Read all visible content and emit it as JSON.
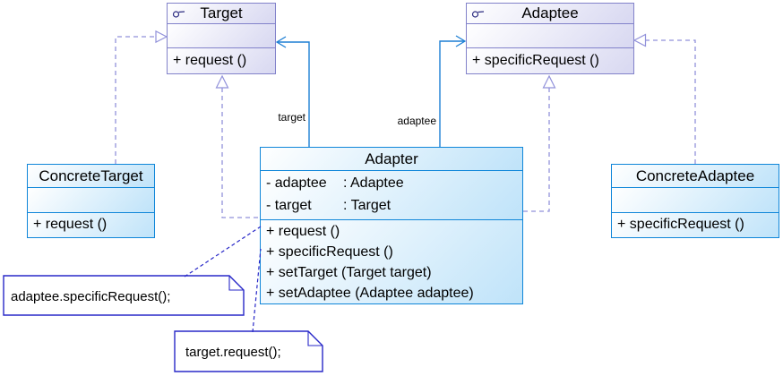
{
  "colors": {
    "purple_border": "#8282ca",
    "purple_fill_dark": "#d8d8f1",
    "blue_border": "#0f86d9",
    "blue_fill_dark": "#bfe3f9",
    "assoc_line": "#1d7fd4",
    "realize_line": "#9191da",
    "note_border": "#2828c8",
    "note_fill": "#ffffff",
    "icon_stroke": "#2b2b80"
  },
  "classes": {
    "target": {
      "title": "Target",
      "methods": [
        "+ request ()"
      ]
    },
    "adaptee": {
      "title": "Adaptee",
      "methods": [
        "+ specificRequest ()"
      ]
    },
    "adapter": {
      "title": "Adapter",
      "attributes": [
        {
          "name": "- adaptee",
          "type": ": Adaptee"
        },
        {
          "name": "- target",
          "type": ": Target"
        }
      ],
      "methods": [
        "+ request ()",
        "+ specificRequest ()",
        "+ setTarget (Target target)",
        "+ setAdaptee (Adaptee adaptee)"
      ]
    },
    "concreteTarget": {
      "title": "ConcreteTarget",
      "methods": [
        "+ request ()"
      ]
    },
    "concreteAdaptee": {
      "title": "ConcreteAdaptee",
      "methods": [
        "+ specificRequest ()"
      ]
    }
  },
  "edges": {
    "target_label": "target",
    "adaptee_label": "adaptee"
  },
  "notes": {
    "request_impl": "adaptee.specificRequest();",
    "specific_request_impl": "target.request();"
  }
}
